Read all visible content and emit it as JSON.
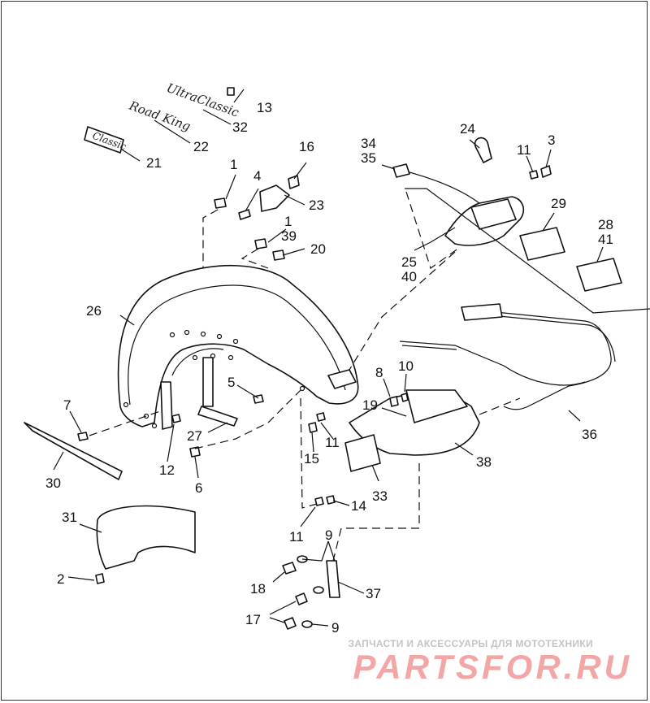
{
  "diagram": {
    "callouts": [
      "1",
      "1",
      "2",
      "3",
      "4",
      "5",
      "6",
      "7",
      "8",
      "9",
      "9",
      "10",
      "11",
      "11",
      "11",
      "12",
      "13",
      "14",
      "15",
      "16",
      "17",
      "18",
      "19",
      "20",
      "21",
      "22",
      "23",
      "24",
      "25",
      "26",
      "27",
      "28",
      "29",
      "30",
      "31",
      "32",
      "33",
      "34",
      "35",
      "36",
      "37",
      "38",
      "39",
      "40",
      "41"
    ],
    "emblems": {
      "ultra_classic": "UltraClassic",
      "road_king": "Road King",
      "classic": "Classic"
    }
  },
  "watermark": {
    "tagline": "ЗАПЧАСТИ И АКСЕССУАРЫ ДЛЯ МОТОТЕХНИКИ",
    "logo": "PARTSFOR.RU"
  }
}
